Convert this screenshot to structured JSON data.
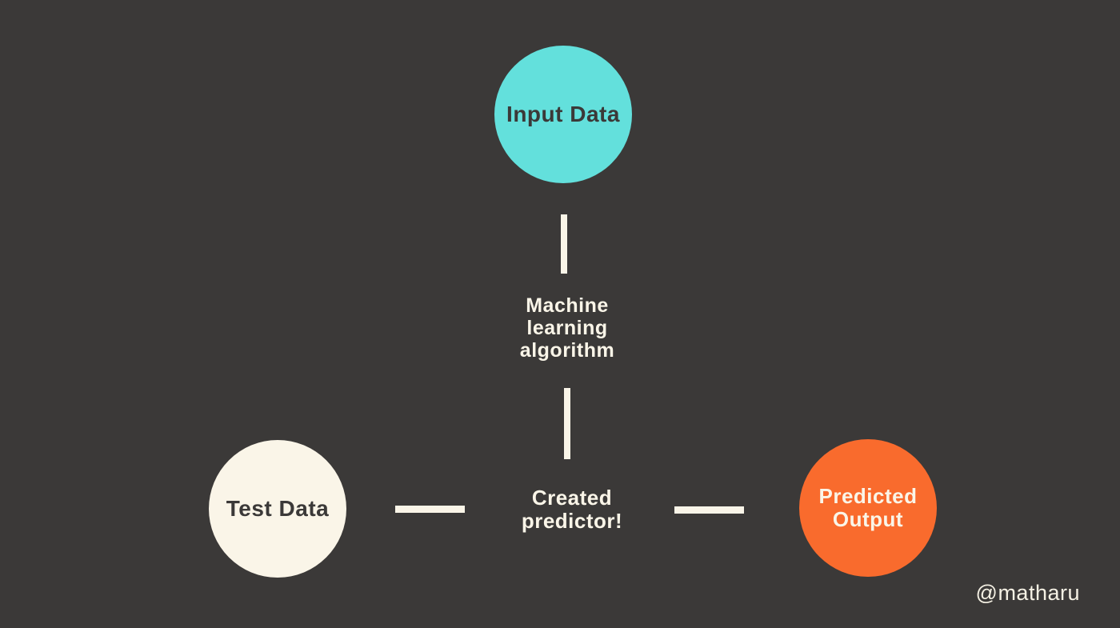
{
  "diagram": {
    "background": "#3B3938",
    "connector_color": "#FAF5E8",
    "nodes": {
      "input_data": {
        "label": "Input Data",
        "shape": "circle",
        "fill": "#63E0DC",
        "text_color": "#3B3938"
      },
      "machine_learning": {
        "label": "Machine learning algorithm",
        "shape": "text",
        "text_color": "#FAF5E8"
      },
      "created_predictor": {
        "label": "Created predictor!",
        "shape": "text",
        "text_color": "#FAF5E8"
      },
      "test_data": {
        "label": "Test Data",
        "shape": "circle",
        "fill": "#FAF5E8",
        "text_color": "#3B3938"
      },
      "predicted_output": {
        "label": "Predicted Output",
        "shape": "circle",
        "fill": "#F96B2D",
        "text_color": "#FAF5E8"
      }
    },
    "watermark": {
      "text": "@matharu",
      "color": "#F5F1E4"
    }
  }
}
